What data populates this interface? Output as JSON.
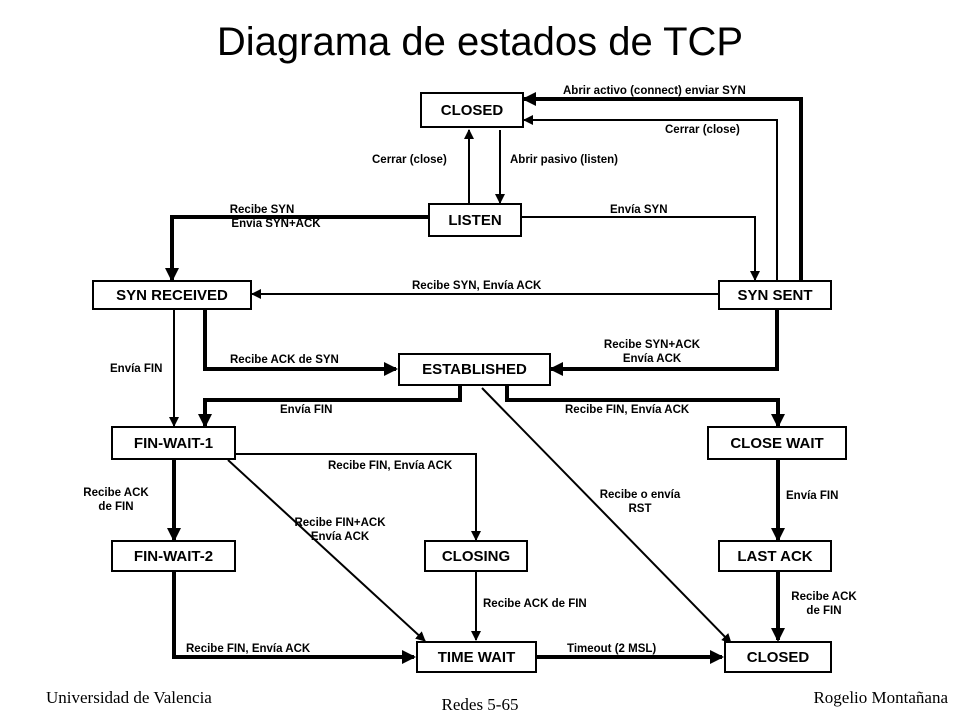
{
  "title": "Diagrama de estados de TCP",
  "states": {
    "closed_top": "CLOSED",
    "listen": "LISTEN",
    "syn_received": "SYN RECEIVED",
    "syn_sent": "SYN SENT",
    "established": "ESTABLISHED",
    "fin_wait_1": "FIN-WAIT-1",
    "close_wait": "CLOSE WAIT",
    "fin_wait_2": "FIN-WAIT-2",
    "closing": "CLOSING",
    "last_ack": "LAST ACK",
    "time_wait": "TIME WAIT",
    "closed_bottom": "CLOSED"
  },
  "transitions": {
    "active_open": "Abrir activo (connect) enviar SYN",
    "close_syn_sent": "Cerrar (close)",
    "close_listen": "Cerrar (close)",
    "passive_open": "Abrir pasivo (listen)",
    "recv_syn_send_synack_1": "Recibe SYN",
    "recv_syn_send_synack_2": "Envía SYN+ACK",
    "send_syn": "Envía SYN",
    "recv_syn_send_ack": "Recibe SYN, Envía ACK",
    "send_fin_synrcvd": "Envía FIN",
    "recv_ack_of_syn": "Recibe ACK de SYN",
    "recv_synack_1": "Recibe SYN+ACK",
    "recv_synack_2": "Envía ACK",
    "send_fin_established": "Envía FIN",
    "recv_fin_send_ack_established": "Recibe FIN, Envía ACK",
    "recv_fin_send_ack_finwait1": "Recibe FIN, Envía ACK",
    "recv_ack_of_fin_finwait1_1": "Recibe ACK",
    "recv_ack_of_fin_finwait1_2": "de FIN",
    "recv_finack_1": "Recibe FIN+ACK",
    "recv_finack_2": "Envía ACK",
    "recv_or_send_rst_1": "Recibe o envía",
    "recv_or_send_rst_2": "RST",
    "send_fin_closewait": "Envía FIN",
    "recv_ack_of_fin_closing": "Recibe ACK de FIN",
    "recv_ack_of_fin_lastack_1": "Recibe ACK",
    "recv_ack_of_fin_lastack_2": "de FIN",
    "recv_fin_send_ack_finwait2": "Recibe FIN, Envía ACK",
    "timeout": "Timeout (2 MSL)"
  },
  "footer": {
    "left": "Universidad de Valencia",
    "center": "Redes 5-65",
    "right": "Rogelio Montañana"
  }
}
